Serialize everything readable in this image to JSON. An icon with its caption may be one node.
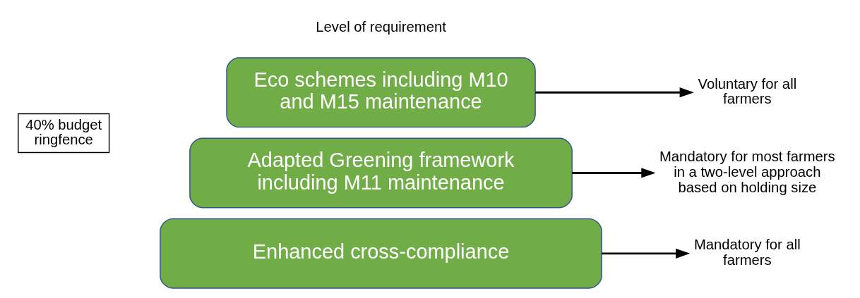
{
  "diagram": {
    "nodes": [
      {
        "text": [
          "40% budget ringfence"
        ]
      },
      {
        "text": [
          "Eco schemes including M10 and M15 maintenance"
        ]
      },
      {
        "text": [
          "Adapted Greening framework including M11 maintenance"
        ]
      },
      {
        "text": [
          "Enhanced cross-compliance"
        ]
      },
      {
        "text": [
          "Voluntary for all farmers"
        ]
      },
      {
        "text": [
          "Mandatory for most farmers in a two-level approach based on holding size"
        ]
      },
      {
        "text": [
          "Mandatory for all farmers"
        ]
      }
    ],
    "edges": [
      {
        "from": 1,
        "to": 4,
        "arrow": "to"
      },
      {
        "from": 2,
        "to": 5,
        "arrow": "to"
      },
      {
        "from": 3,
        "to": 6,
        "arrow": "to"
      }
    ],
    "labels": [
      "Level of requirement"
    ]
  }
}
